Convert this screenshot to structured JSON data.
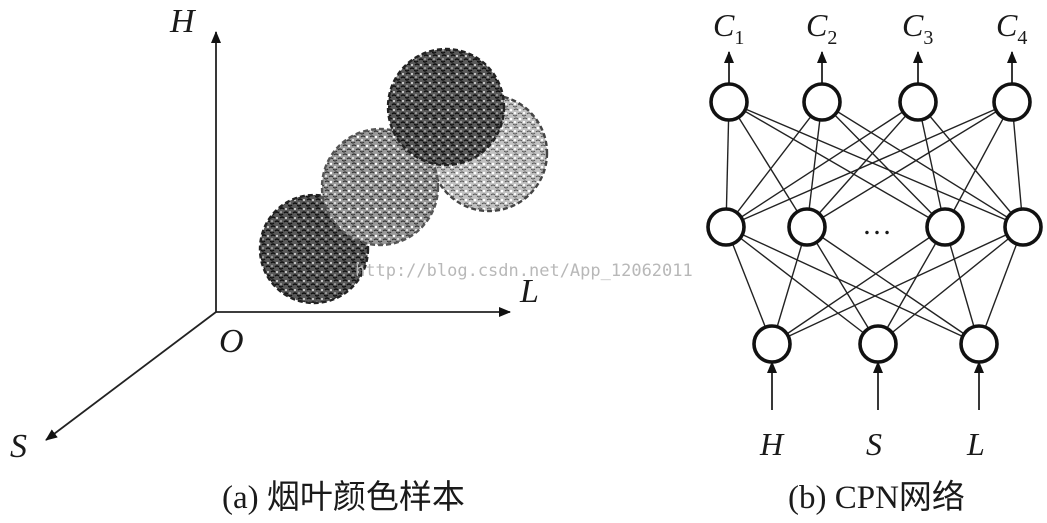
{
  "panel_a": {
    "axes": {
      "h_label": "H",
      "l_label": "L",
      "s_label": "S",
      "origin_label": "O"
    },
    "caption": "(a) 烟叶颜色样本",
    "watermark": "http://blog.csdn.net/App_12062011",
    "clusters": [
      {
        "shade": "dark"
      },
      {
        "shade": "light"
      },
      {
        "shade": "medium"
      },
      {
        "shade": "dark"
      }
    ]
  },
  "panel_b": {
    "outputs": [
      {
        "main": "C",
        "sub": "1"
      },
      {
        "main": "C",
        "sub": "2"
      },
      {
        "main": "C",
        "sub": "3"
      },
      {
        "main": "C",
        "sub": "4"
      }
    ],
    "hidden_ellipsis": "…",
    "inputs": [
      "H",
      "S",
      "L"
    ],
    "caption": "(b) CPN网络"
  }
}
